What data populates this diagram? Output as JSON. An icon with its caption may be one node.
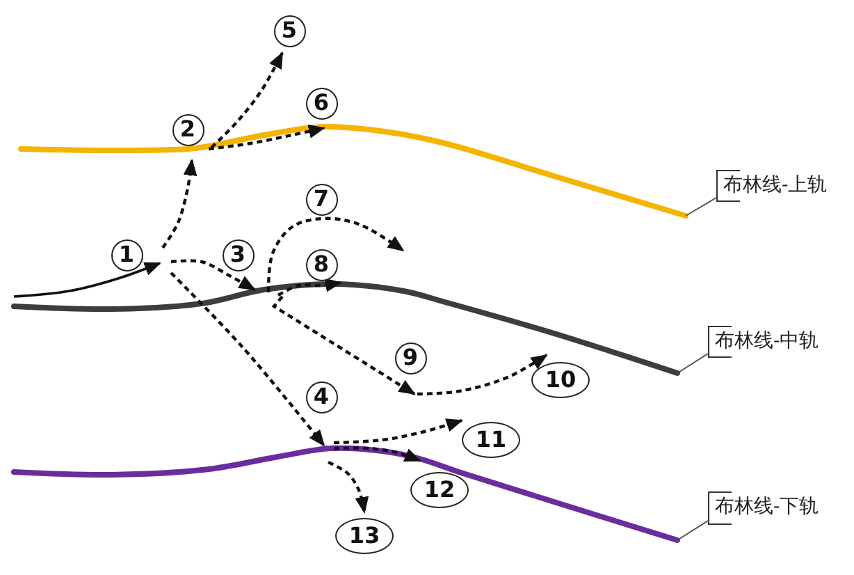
{
  "diagram": {
    "nodes": [
      {
        "text": [],
        "shape": "line"
      },
      {
        "text": [
          "布林线-上轨"
        ]
      },
      {
        "text": [],
        "shape": "line"
      },
      {
        "text": [
          "布林线-中轨"
        ]
      },
      {
        "text": [],
        "shape": "line"
      },
      {
        "text": [
          "布林线-下轨"
        ]
      }
    ],
    "edges": [
      {
        "from": 1,
        "to": 0,
        "arrow": "none"
      },
      {
        "from": 3,
        "to": 2,
        "arrow": "none"
      },
      {
        "from": 5,
        "to": 4,
        "arrow": "none"
      },
      {
        "from": 2,
        "to": 4,
        "arrow": "to",
        "style": "dashed",
        "color": "#111111"
      }
    ],
    "labels": [
      "1",
      "2",
      "3",
      "4",
      "5",
      "6",
      "7",
      "8",
      "9",
      "10",
      "11",
      "12",
      "13"
    ]
  }
}
